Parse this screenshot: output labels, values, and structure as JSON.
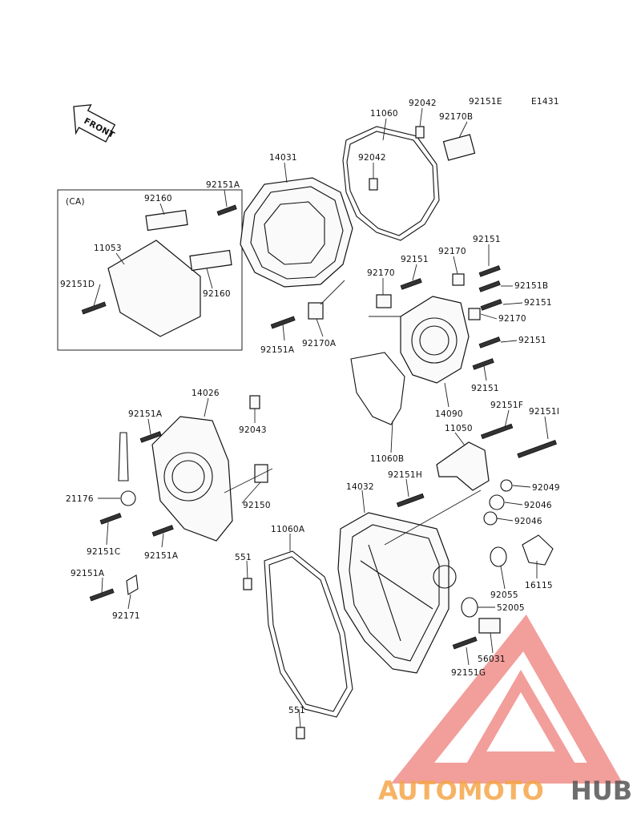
{
  "diagram_code": "E1431",
  "front_label": "FRONT",
  "ca_label": "(CA)",
  "watermark": {
    "word_a": "AUTOMOTO",
    "word_b": "HUB",
    "color_a": "#f5a64a",
    "color_b": "#555555",
    "logo_color": "#e8504a"
  },
  "parts": [
    {
      "num": "92042",
      "id": "p1"
    },
    {
      "num": "92151E",
      "id": "p2"
    },
    {
      "num": "11060",
      "id": "p3"
    },
    {
      "num": "92170B",
      "id": "p4"
    },
    {
      "num": "14031",
      "id": "p5"
    },
    {
      "num": "92042",
      "id": "p6"
    },
    {
      "num": "92151A",
      "id": "p7"
    },
    {
      "num": "92160",
      "id": "p8"
    },
    {
      "num": "11053",
      "id": "p9"
    },
    {
      "num": "92151D",
      "id": "p10"
    },
    {
      "num": "92160",
      "id": "p11"
    },
    {
      "num": "92151",
      "id": "p12"
    },
    {
      "num": "92170",
      "id": "p13"
    },
    {
      "num": "92151",
      "id": "p14"
    },
    {
      "num": "92170",
      "id": "p15"
    },
    {
      "num": "92151B",
      "id": "p16"
    },
    {
      "num": "92151",
      "id": "p17"
    },
    {
      "num": "92170",
      "id": "p18"
    },
    {
      "num": "92151",
      "id": "p19"
    },
    {
      "num": "92151A",
      "id": "p20"
    },
    {
      "num": "92170A",
      "id": "p21"
    },
    {
      "num": "92151",
      "id": "p22"
    },
    {
      "num": "14090",
      "id": "p23"
    },
    {
      "num": "14026",
      "id": "p24"
    },
    {
      "num": "92151A",
      "id": "p25"
    },
    {
      "num": "92043",
      "id": "p26"
    },
    {
      "num": "92151F",
      "id": "p27"
    },
    {
      "num": "92151I",
      "id": "p28"
    },
    {
      "num": "11050",
      "id": "p29"
    },
    {
      "num": "11060B",
      "id": "p30"
    },
    {
      "num": "21176",
      "id": "p31"
    },
    {
      "num": "92150",
      "id": "p32"
    },
    {
      "num": "92151H",
      "id": "p33"
    },
    {
      "num": "14032",
      "id": "p34"
    },
    {
      "num": "92049",
      "id": "p35"
    },
    {
      "num": "92046",
      "id": "p36"
    },
    {
      "num": "92046",
      "id": "p37"
    },
    {
      "num": "92151C",
      "id": "p38"
    },
    {
      "num": "92151A",
      "id": "p39"
    },
    {
      "num": "11060A",
      "id": "p40"
    },
    {
      "num": "551",
      "id": "p41"
    },
    {
      "num": "16115",
      "id": "p42"
    },
    {
      "num": "92151A",
      "id": "p43"
    },
    {
      "num": "92055",
      "id": "p44"
    },
    {
      "num": "92171",
      "id": "p45"
    },
    {
      "num": "52005",
      "id": "p46"
    },
    {
      "num": "56031",
      "id": "p47"
    },
    {
      "num": "92151G",
      "id": "p48"
    },
    {
      "num": "551",
      "id": "p49"
    }
  ]
}
